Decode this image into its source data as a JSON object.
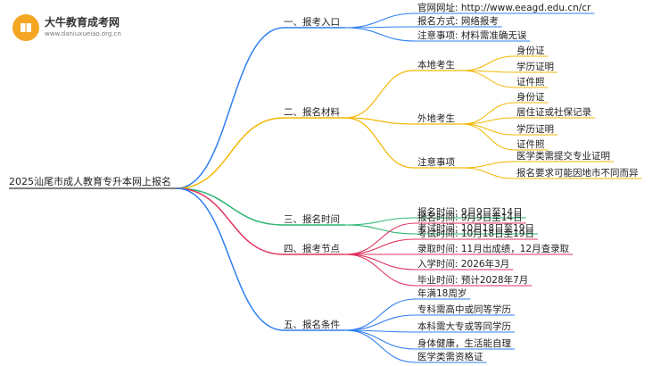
{
  "logo": {
    "title": "大牛教育成考网",
    "subtitle": "www.daniuxueiao.org.cn"
  },
  "root": "2025汕尾市成人教育专升本网上报名",
  "colors": {
    "s1": "#2f7ff0",
    "s2": "#f2b705",
    "s3": "#2bb673",
    "s4": "#e0335f",
    "s5": "#2f7ff0"
  },
  "sections": [
    {
      "label": "一、报考入口",
      "items": [
        "官网网址: http://www.eeagd.edu.cn/cr",
        "报名方式: 网络报考",
        "注意事项: 材料需准确无误"
      ]
    },
    {
      "label": "二、报名材料",
      "groups": [
        {
          "label": "本地考生",
          "items": [
            "身份证",
            "学历证明",
            "证件照"
          ]
        },
        {
          "label": "外地考生",
          "items": [
            "身份证",
            "居住证或社保记录",
            "学历证明",
            "证件照"
          ]
        },
        {
          "label": "注意事项",
          "items": [
            "医学类需提交专业证明",
            "报名要求可能因地市不同而异"
          ]
        }
      ]
    },
    {
      "label": "三、报名时间",
      "items": [
        "报名时间: 9月9日至14日",
        "考试时间: 10月18日至19日"
      ]
    },
    {
      "label": "四、报考节点",
      "items": [
        "报名时间: 9月9日至14日",
        "考试时间: 10月18日至19日",
        "录取时间: 11月出成绩，12月查录取",
        "入学时间: 2026年3月",
        "毕业时间: 预计2028年7月"
      ]
    },
    {
      "label": "五、报名条件",
      "items": [
        "年满18周岁",
        "专科需高中或同等学历",
        "本科需大专或等同学历",
        "身体健康，生活能自理",
        "医学类需资格证"
      ]
    }
  ]
}
